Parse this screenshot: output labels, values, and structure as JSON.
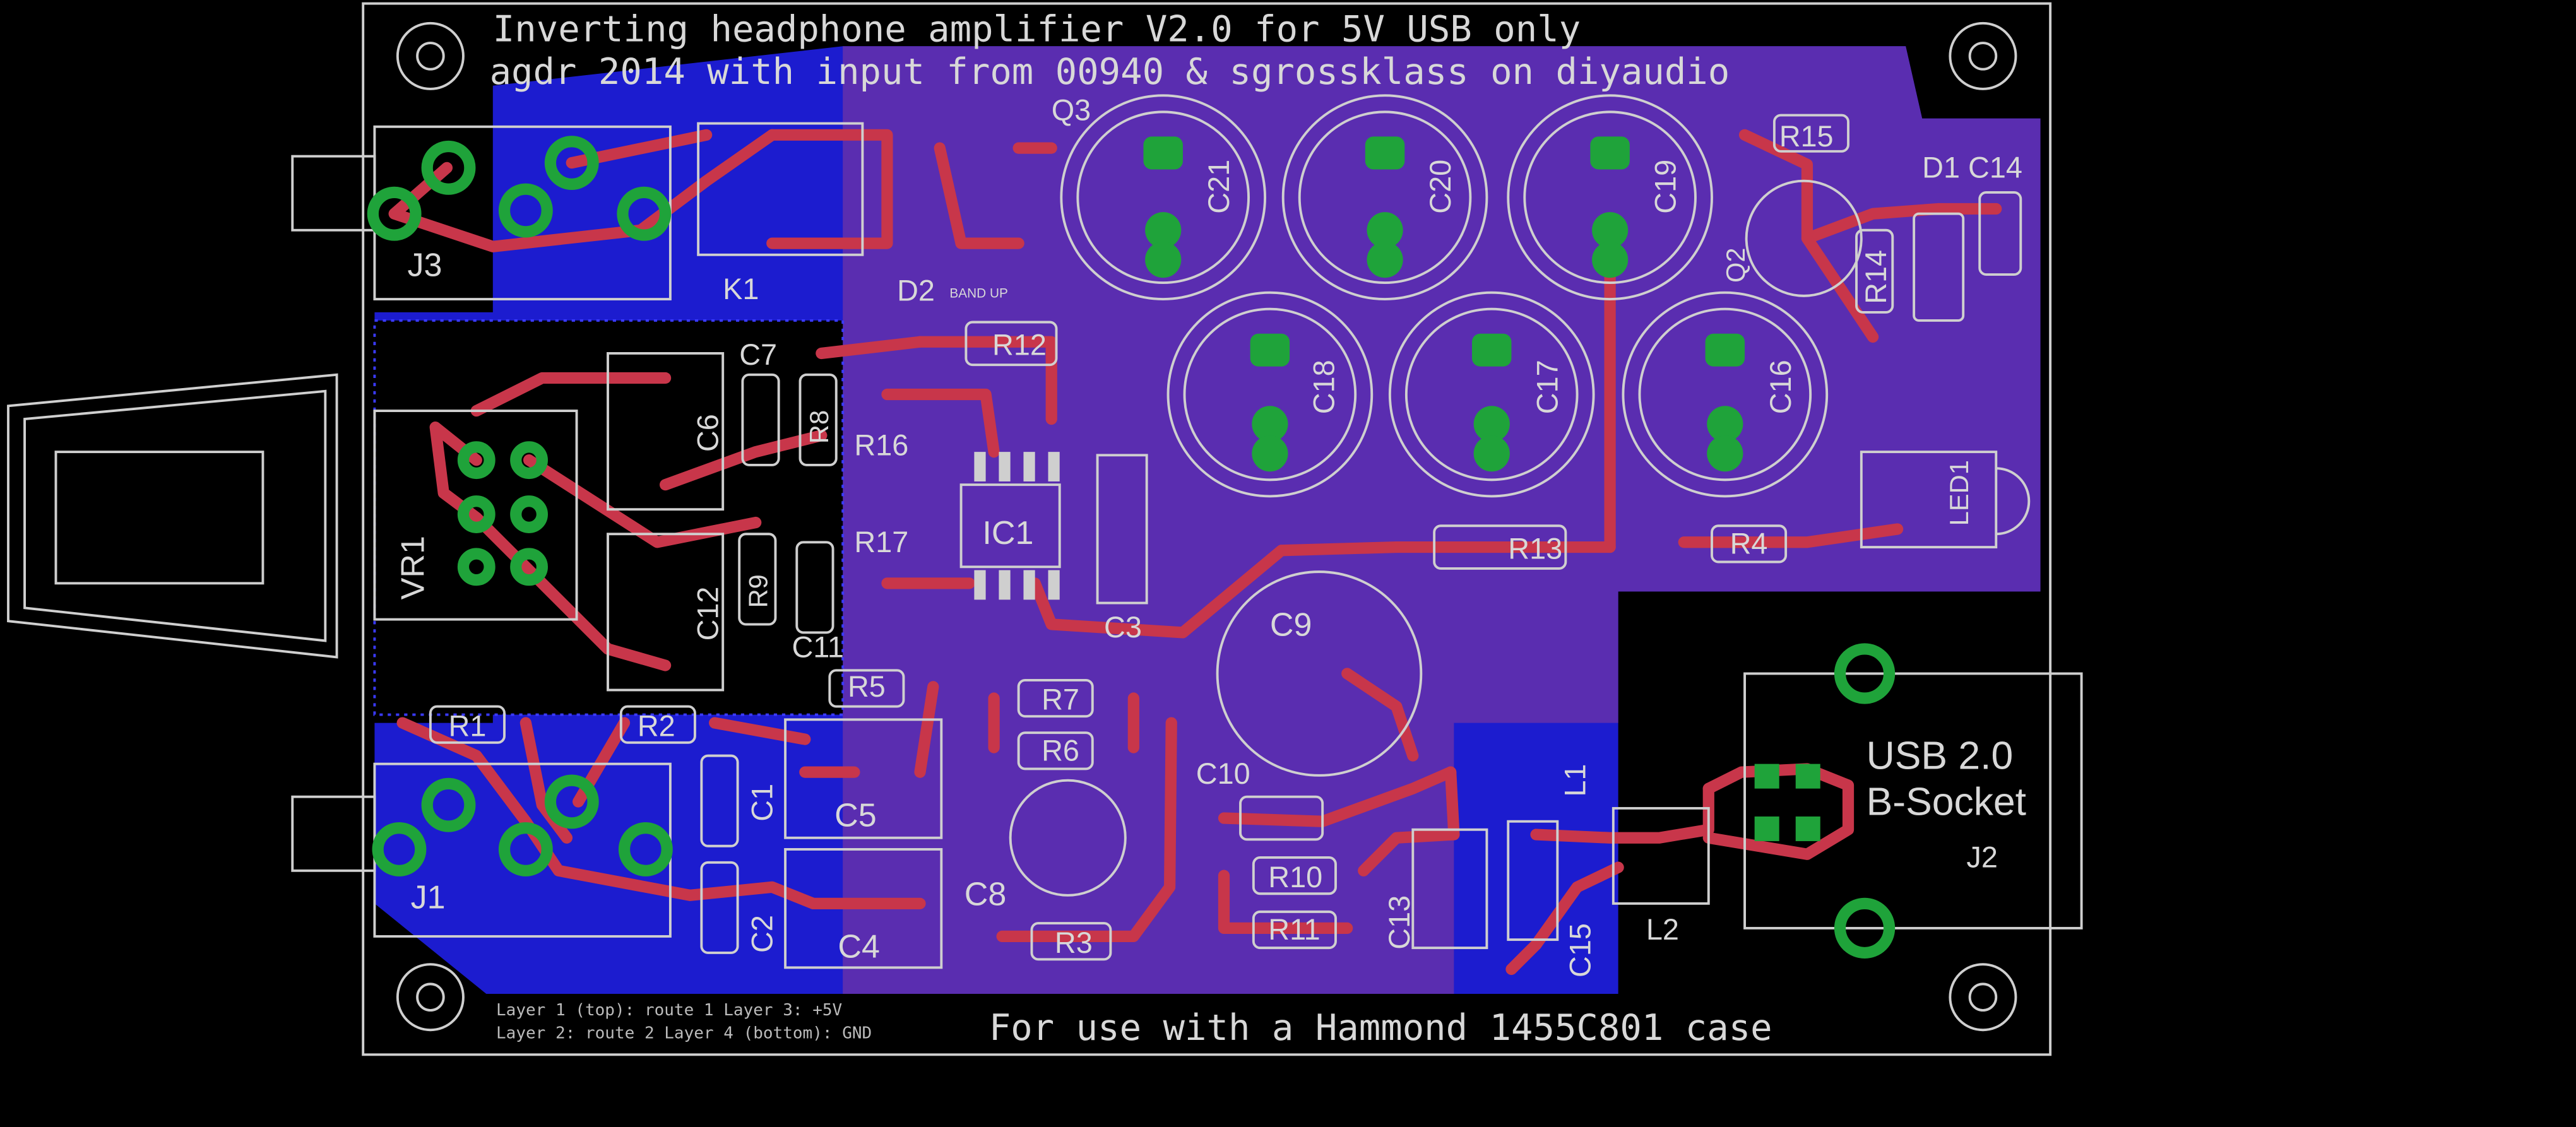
{
  "board": {
    "title_line1": "Inverting headphone amplifier V2.0 for 5V USB only",
    "title_line2": "agdr 2014 with input from 00940 & sgrossklass on diyaudio",
    "case_note": "For use with a Hammond 1455C801 case",
    "layers_line1": "Layer 1 (top): route 1   Layer 3: +5V",
    "layers_line2": "Layer 2: route 2   Layer 4 (bottom): GND",
    "usb_label_line1": "USB 2.0",
    "usb_label_line2": "B-Socket",
    "band_note": "BAND UP"
  },
  "colors": {
    "background": "#000000",
    "outline": "#cfcfcf",
    "copper_top": "#c8364a",
    "pour_bottom": "#1c1ccf",
    "pour_mixed": "#5a2db0",
    "pad": "#1fa33a",
    "silk": "#d8d8d8"
  },
  "parts": {
    "J3": "J3",
    "K1": "K1",
    "Q3": "Q3",
    "D2": "D2",
    "C21": "C21",
    "C20": "C20",
    "C19": "C19",
    "R15": "R15",
    "D1": "D1",
    "C14": "C14",
    "Q2": "Q2",
    "R14": "R14",
    "C7": "C7",
    "C6": "C6",
    "R8": "R8",
    "R12": "R12",
    "R16": "R16",
    "C18": "C18",
    "C17": "C17",
    "C16": "C16",
    "VR1": "VR1",
    "IC1": "IC1",
    "R17": "R17",
    "C3": "C3",
    "R13": "R13",
    "R4": "R4",
    "LED1": "LED1",
    "C12": "C12",
    "R9": "R9",
    "C11": "C11",
    "C9": "C9",
    "R5": "R5",
    "R7": "R7",
    "R6": "R6",
    "R1": "R1",
    "R2": "R2",
    "C1": "C1",
    "C5": "C5",
    "C10": "C10",
    "L1": "L1",
    "J1": "J1",
    "C8": "C8",
    "R10": "R10",
    "R11": "R11",
    "C13": "C13",
    "C2": "C2",
    "C4": "C4",
    "R3": "R3",
    "C15": "C15",
    "L2": "L2",
    "J2": "J2"
  }
}
